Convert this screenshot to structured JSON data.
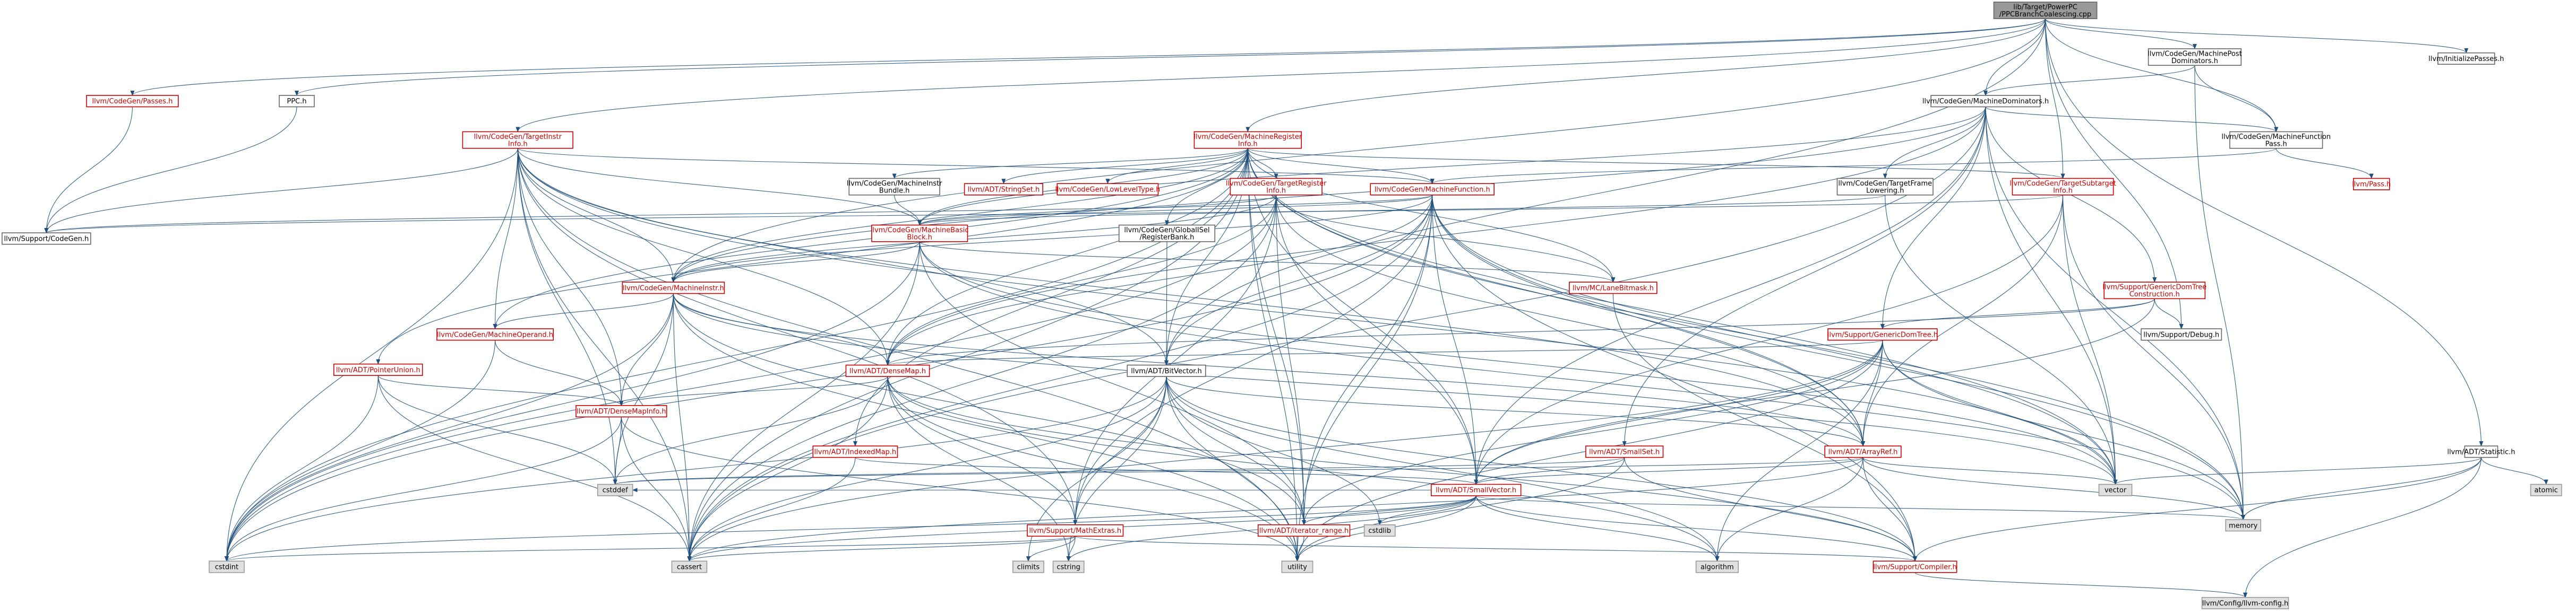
{
  "colors": {
    "background": "#ffffff",
    "edge": "#1f4f7a",
    "root_fill": "#999999",
    "node_fill": "#ffffff",
    "node_border": "#666666",
    "incomplete_border": "#cc0000",
    "incomplete_text": "#cc0000",
    "system_fill": "#e0e0e0",
    "system_border": "#999999",
    "text": "#000000"
  },
  "nodes": [
    {
      "id": "root",
      "lines": [
        "lib/Target/PowerPC",
        "/PPCBranchCoalescing.cpp"
      ],
      "kind": "root"
    },
    {
      "id": "cgpasses",
      "lines": [
        "llvm/CodeGen/Passes.h"
      ],
      "kind": "incomplete"
    },
    {
      "id": "ppch",
      "lines": [
        "PPC.h"
      ],
      "kind": "normal"
    },
    {
      "id": "tii",
      "lines": [
        "llvm/CodeGen/TargetInstr",
        "Info.h"
      ],
      "kind": "incomplete"
    },
    {
      "id": "mri",
      "lines": [
        "llvm/CodeGen/MachineRegister",
        "Info.h"
      ],
      "kind": "incomplete"
    },
    {
      "id": "mpdt",
      "lines": [
        "llvm/CodeGen/MachinePost",
        "Dominators.h"
      ],
      "kind": "normal"
    },
    {
      "id": "initpasses",
      "lines": [
        "llvm/InitializePasses.h"
      ],
      "kind": "normal"
    },
    {
      "id": "mdt",
      "lines": [
        "llvm/CodeGen/MachineDominators.h"
      ],
      "kind": "normal"
    },
    {
      "id": "mfp",
      "lines": [
        "llvm/CodeGen/MachineFunction",
        "Pass.h"
      ],
      "kind": "normal"
    },
    {
      "id": "passh",
      "lines": [
        "llvm/Pass.h"
      ],
      "kind": "incomplete"
    },
    {
      "id": "codegen",
      "lines": [
        "llvm/Support/CodeGen.h"
      ],
      "kind": "normal"
    },
    {
      "id": "mib",
      "lines": [
        "llvm/CodeGen/MachineInstr",
        "Bundle.h"
      ],
      "kind": "normal"
    },
    {
      "id": "stringset",
      "lines": [
        "llvm/ADT/StringSet.h"
      ],
      "kind": "incomplete"
    },
    {
      "id": "lowlevel",
      "lines": [
        "llvm/CodeGen/LowLevelType.h"
      ],
      "kind": "incomplete"
    },
    {
      "id": "tri",
      "lines": [
        "llvm/CodeGen/TargetRegister",
        "Info.h"
      ],
      "kind": "incomplete"
    },
    {
      "id": "mfunc",
      "lines": [
        "llvm/CodeGen/MachineFunction.h"
      ],
      "kind": "incomplete"
    },
    {
      "id": "tfl",
      "lines": [
        "llvm/CodeGen/TargetFrame",
        "Lowering.h"
      ],
      "kind": "normal"
    },
    {
      "id": "tsi",
      "lines": [
        "llvm/CodeGen/TargetSubtarget",
        "Info.h"
      ],
      "kind": "incomplete"
    },
    {
      "id": "mbb",
      "lines": [
        "llvm/CodeGen/MachineBasic",
        "Block.h"
      ],
      "kind": "incomplete"
    },
    {
      "id": "grb",
      "lines": [
        "llvm/CodeGen/GlobalISel",
        "/RegisterBank.h"
      ],
      "kind": "normal"
    },
    {
      "id": "minstr",
      "lines": [
        "llvm/CodeGen/MachineInstr.h"
      ],
      "kind": "incomplete"
    },
    {
      "id": "lanebm",
      "lines": [
        "llvm/MC/LaneBitmask.h"
      ],
      "kind": "incomplete"
    },
    {
      "id": "gdtc",
      "lines": [
        "llvm/Support/GenericDomTree",
        "Construction.h"
      ],
      "kind": "incomplete"
    },
    {
      "id": "mop",
      "lines": [
        "llvm/CodeGen/MachineOperand.h"
      ],
      "kind": "incomplete"
    },
    {
      "id": "ptrunion",
      "lines": [
        "llvm/ADT/PointerUnion.h"
      ],
      "kind": "incomplete"
    },
    {
      "id": "gdt",
      "lines": [
        "llvm/Support/GenericDomTree.h"
      ],
      "kind": "incomplete"
    },
    {
      "id": "debug",
      "lines": [
        "llvm/Support/Debug.h"
      ],
      "kind": "normal"
    },
    {
      "id": "densemap",
      "lines": [
        "llvm/ADT/DenseMap.h"
      ],
      "kind": "incomplete"
    },
    {
      "id": "bitvector",
      "lines": [
        "llvm/ADT/BitVector.h"
      ],
      "kind": "normal"
    },
    {
      "id": "dmi",
      "lines": [
        "llvm/ADT/DenseMapInfo.h"
      ],
      "kind": "incomplete"
    },
    {
      "id": "indexedmap",
      "lines": [
        "llvm/ADT/IndexedMap.h"
      ],
      "kind": "incomplete"
    },
    {
      "id": "smallset",
      "lines": [
        "llvm/ADT/SmallSet.h"
      ],
      "kind": "incomplete"
    },
    {
      "id": "arrayref",
      "lines": [
        "llvm/ADT/ArrayRef.h"
      ],
      "kind": "incomplete"
    },
    {
      "id": "statistic",
      "lines": [
        "llvm/ADT/Statistic.h"
      ],
      "kind": "normal"
    },
    {
      "id": "atomic",
      "lines": [
        "atomic"
      ],
      "kind": "system"
    },
    {
      "id": "vector",
      "lines": [
        "vector"
      ],
      "kind": "system"
    },
    {
      "id": "smallvector",
      "lines": [
        "llvm/ADT/SmallVector.h"
      ],
      "kind": "incomplete"
    },
    {
      "id": "cstddef",
      "lines": [
        "cstddef"
      ],
      "kind": "system"
    },
    {
      "id": "memory",
      "lines": [
        "memory"
      ],
      "kind": "system"
    },
    {
      "id": "mathextras",
      "lines": [
        "llvm/Support/MathExtras.h"
      ],
      "kind": "incomplete"
    },
    {
      "id": "iterrange",
      "lines": [
        "llvm/ADT/iterator_range.h"
      ],
      "kind": "incomplete"
    },
    {
      "id": "cstdlib",
      "lines": [
        "cstdlib"
      ],
      "kind": "system"
    },
    {
      "id": "cstdint",
      "lines": [
        "cstdint"
      ],
      "kind": "system"
    },
    {
      "id": "climits",
      "lines": [
        "climits"
      ],
      "kind": "system"
    },
    {
      "id": "cstring",
      "lines": [
        "cstring"
      ],
      "kind": "system"
    },
    {
      "id": "cassert",
      "lines": [
        "cassert"
      ],
      "kind": "system"
    },
    {
      "id": "utility",
      "lines": [
        "utility"
      ],
      "kind": "system"
    },
    {
      "id": "algorithm",
      "lines": [
        "algorithm"
      ],
      "kind": "system"
    },
    {
      "id": "compiler",
      "lines": [
        "llvm/Support/Compiler.h"
      ],
      "kind": "incomplete"
    },
    {
      "id": "config",
      "lines": [
        "llvm/Config/llvm-config.h"
      ],
      "kind": "system"
    }
  ],
  "edges": [
    [
      "root",
      "cgpasses"
    ],
    [
      "root",
      "ppch"
    ],
    [
      "root",
      "tii"
    ],
    [
      "root",
      "mri"
    ],
    [
      "root",
      "mpdt"
    ],
    [
      "root",
      "initpasses"
    ],
    [
      "root",
      "mdt"
    ],
    [
      "root",
      "mfp"
    ],
    [
      "root",
      "tsi"
    ],
    [
      "root",
      "debug"
    ],
    [
      "root",
      "statistic"
    ],
    [
      "root",
      "bitvector"
    ],
    [
      "root",
      "minstr"
    ],
    [
      "cgpasses",
      "codegen"
    ],
    [
      "ppch",
      "codegen"
    ],
    [
      "mpdt",
      "mdt"
    ],
    [
      "mpdt",
      "mfp"
    ],
    [
      "mpdt",
      "memory"
    ],
    [
      "mdt",
      "mfp"
    ],
    [
      "mdt",
      "mbb"
    ],
    [
      "mdt",
      "minstr"
    ],
    [
      "mdt",
      "gdt"
    ],
    [
      "mdt",
      "gdtc"
    ],
    [
      "mdt",
      "smallset"
    ],
    [
      "mdt",
      "smallvector"
    ],
    [
      "mdt",
      "densemap"
    ],
    [
      "mdt",
      "memory"
    ],
    [
      "mdt",
      "cassert"
    ],
    [
      "mdt",
      "tfl"
    ],
    [
      "mdt",
      "vector"
    ],
    [
      "mfp",
      "mfunc"
    ],
    [
      "mfp",
      "passh"
    ],
    [
      "tii",
      "mbb"
    ],
    [
      "tii",
      "minstr"
    ],
    [
      "tii",
      "mop"
    ],
    [
      "tii",
      "densemap"
    ],
    [
      "tii",
      "dmi"
    ],
    [
      "tii",
      "arrayref"
    ],
    [
      "tii",
      "bitvector"
    ],
    [
      "tii",
      "mfunc"
    ],
    [
      "tii",
      "cstdint"
    ],
    [
      "tii",
      "cassert"
    ],
    [
      "tii",
      "cstddef"
    ],
    [
      "tii",
      "utility"
    ],
    [
      "tii",
      "vector"
    ],
    [
      "tii",
      "codegen"
    ],
    [
      "tii",
      "mathextras"
    ],
    [
      "mri",
      "mib"
    ],
    [
      "mri",
      "stringset"
    ],
    [
      "mri",
      "lowlevel"
    ],
    [
      "mri",
      "tri"
    ],
    [
      "mri",
      "mfunc"
    ],
    [
      "mri",
      "tsi"
    ],
    [
      "mri",
      "mbb"
    ],
    [
      "mri",
      "grb"
    ],
    [
      "mri",
      "minstr"
    ],
    [
      "mri",
      "mop"
    ],
    [
      "mri",
      "lanebm"
    ],
    [
      "mri",
      "ptrunion"
    ],
    [
      "mri",
      "bitvector"
    ],
    [
      "mri",
      "indexedmap"
    ],
    [
      "mri",
      "smallvector"
    ],
    [
      "mri",
      "arrayref"
    ],
    [
      "mri",
      "iterrange"
    ],
    [
      "mri",
      "densemap"
    ],
    [
      "mri",
      "memory"
    ],
    [
      "mri",
      "vector"
    ],
    [
      "mri",
      "utility"
    ],
    [
      "mri",
      "cstdint"
    ],
    [
      "mri",
      "cassert"
    ],
    [
      "mib",
      "mbb"
    ],
    [
      "tri",
      "mbb"
    ],
    [
      "tri",
      "lanebm"
    ],
    [
      "tri",
      "mathextras"
    ],
    [
      "tri",
      "arrayref"
    ],
    [
      "tri",
      "smallvector"
    ],
    [
      "tri",
      "iterrange"
    ],
    [
      "tri",
      "cassert"
    ],
    [
      "tri",
      "cstdint"
    ],
    [
      "tri",
      "minstr"
    ],
    [
      "tri",
      "densemap"
    ],
    [
      "mfunc",
      "mbb"
    ],
    [
      "mfunc",
      "minstr"
    ],
    [
      "mfunc",
      "densemap"
    ],
    [
      "mfunc",
      "bitvector"
    ],
    [
      "mfunc",
      "arrayref"
    ],
    [
      "mfunc",
      "smallvector"
    ],
    [
      "mfunc",
      "compiler"
    ],
    [
      "mfunc",
      "iterrange"
    ],
    [
      "mfunc",
      "memory"
    ],
    [
      "mfunc",
      "vector"
    ],
    [
      "mfunc",
      "utility"
    ],
    [
      "mfunc",
      "cstdint"
    ],
    [
      "mfunc",
      "cassert"
    ],
    [
      "mfunc",
      "codegen"
    ],
    [
      "mfunc",
      "mathextras"
    ],
    [
      "tfl",
      "mbb"
    ],
    [
      "tfl",
      "vector"
    ],
    [
      "tsi",
      "arrayref"
    ],
    [
      "tsi",
      "smallvector"
    ],
    [
      "tsi",
      "memory"
    ],
    [
      "tsi",
      "vector"
    ],
    [
      "tsi",
      "codegen"
    ],
    [
      "mbb",
      "minstr"
    ],
    [
      "mbb",
      "lanebm"
    ],
    [
      "mbb",
      "iterrange"
    ],
    [
      "mbb",
      "cassert"
    ],
    [
      "mbb",
      "cstdint"
    ],
    [
      "mbb",
      "memory"
    ],
    [
      "mbb",
      "vector"
    ],
    [
      "grb",
      "bitvector"
    ],
    [
      "minstr",
      "mop"
    ],
    [
      "minstr",
      "densemap"
    ],
    [
      "minstr",
      "dmi"
    ],
    [
      "minstr",
      "arrayref"
    ],
    [
      "minstr",
      "iterrange"
    ],
    [
      "minstr",
      "cstdint"
    ],
    [
      "minstr",
      "cstddef"
    ],
    [
      "minstr",
      "cassert"
    ],
    [
      "minstr",
      "utility"
    ],
    [
      "minstr",
      "vector"
    ],
    [
      "lanebm",
      "compiler"
    ],
    [
      "gdtc",
      "gdt"
    ],
    [
      "gdtc",
      "debug"
    ],
    [
      "gdtc",
      "densemap"
    ],
    [
      "gdtc",
      "smallvector"
    ],
    [
      "mop",
      "dmi"
    ],
    [
      "mop",
      "cstdint"
    ],
    [
      "ptrunion",
      "dmi"
    ],
    [
      "ptrunion",
      "cassert"
    ],
    [
      "ptrunion",
      "cstddef"
    ],
    [
      "ptrunion",
      "cstdint"
    ],
    [
      "gdt",
      "densemap"
    ],
    [
      "gdt",
      "arrayref"
    ],
    [
      "gdt",
      "smallvector"
    ],
    [
      "gdt",
      "algorithm"
    ],
    [
      "gdt",
      "cassert"
    ],
    [
      "gdt",
      "iterrange"
    ],
    [
      "gdt",
      "memory"
    ],
    [
      "gdt",
      "utility"
    ],
    [
      "gdt",
      "vector"
    ],
    [
      "densemap",
      "dmi"
    ],
    [
      "densemap",
      "mathextras"
    ],
    [
      "densemap",
      "compiler"
    ],
    [
      "densemap",
      "algorithm"
    ],
    [
      "densemap",
      "cassert"
    ],
    [
      "densemap",
      "cstddef"
    ],
    [
      "densemap",
      "cstring"
    ],
    [
      "densemap",
      "utility"
    ],
    [
      "bitvector",
      "arrayref"
    ],
    [
      "bitvector",
      "iterrange"
    ],
    [
      "bitvector",
      "mathextras"
    ],
    [
      "bitvector",
      "compiler"
    ],
    [
      "bitvector",
      "algorithm"
    ],
    [
      "bitvector",
      "cassert"
    ],
    [
      "bitvector",
      "climits"
    ],
    [
      "bitvector",
      "cstdint"
    ],
    [
      "bitvector",
      "cstdlib"
    ],
    [
      "bitvector",
      "cstring"
    ],
    [
      "bitvector",
      "utility"
    ],
    [
      "dmi",
      "cassert"
    ],
    [
      "dmi",
      "cstddef"
    ],
    [
      "dmi",
      "cstdint"
    ],
    [
      "dmi",
      "utility"
    ],
    [
      "indexedmap",
      "smallvector"
    ],
    [
      "indexedmap",
      "cassert"
    ],
    [
      "smallset",
      "smallvector"
    ],
    [
      "smallset",
      "compiler"
    ],
    [
      "smallset",
      "cstddef"
    ],
    [
      "smallset",
      "utility"
    ],
    [
      "arrayref",
      "smallvector"
    ],
    [
      "arrayref",
      "compiler"
    ],
    [
      "arrayref",
      "algorithm"
    ],
    [
      "arrayref",
      "cassert"
    ],
    [
      "arrayref",
      "cstddef"
    ],
    [
      "arrayref",
      "memory"
    ],
    [
      "arrayref",
      "vector"
    ],
    [
      "statistic",
      "atomic"
    ],
    [
      "statistic",
      "memory"
    ],
    [
      "statistic",
      "vector"
    ],
    [
      "statistic",
      "compiler"
    ],
    [
      "statistic",
      "config"
    ],
    [
      "smallvector",
      "compiler"
    ],
    [
      "smallvector",
      "algorithm"
    ],
    [
      "smallvector",
      "cassert"
    ],
    [
      "smallvector",
      "cstddef"
    ],
    [
      "smallvector",
      "cstdlib"
    ],
    [
      "smallvector",
      "cstring"
    ],
    [
      "smallvector",
      "memory"
    ],
    [
      "smallvector",
      "utility"
    ],
    [
      "smallvector",
      "iterrange"
    ],
    [
      "smallvector",
      "cstdint"
    ],
    [
      "mathextras",
      "compiler"
    ],
    [
      "mathextras",
      "cassert"
    ],
    [
      "mathextras",
      "climits"
    ],
    [
      "mathextras",
      "cstdint"
    ],
    [
      "mathextras",
      "cstring"
    ],
    [
      "iterrange",
      "utility"
    ],
    [
      "compiler",
      "config"
    ]
  ]
}
